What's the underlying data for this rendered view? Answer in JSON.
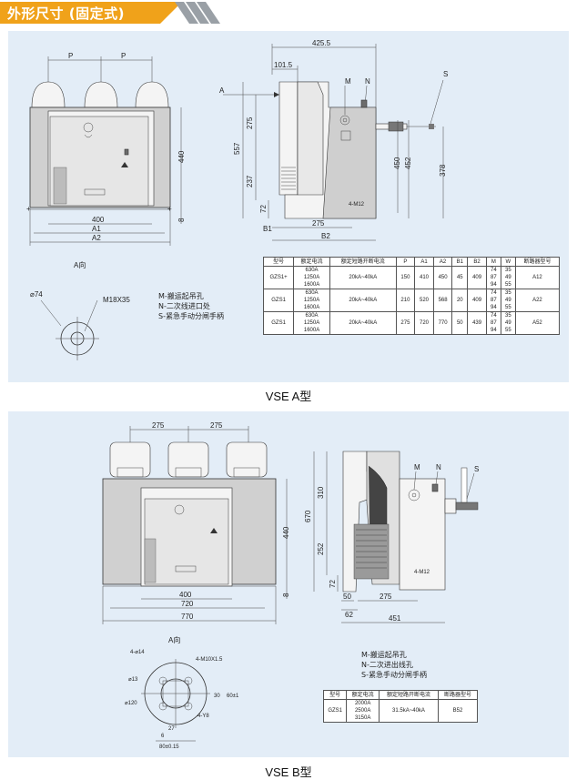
{
  "header": {
    "title": "外形尺寸 (固定式)",
    "accent": "#f0a21a"
  },
  "panel_color": "#e3edf7",
  "section_a": {
    "caption": "VSE A型",
    "front_dims": {
      "p1": "P",
      "p2": "P",
      "w400": "400",
      "a1": "A1",
      "a2": "A2",
      "h440": "440",
      "h8": "8"
    },
    "side_dims": {
      "w425": "425.5",
      "w101": "101.5",
      "h557": "557",
      "h275": "275",
      "h237": "237",
      "h72": "72",
      "h450": "450",
      "h452": "452",
      "h378": "378",
      "b1": "B1",
      "w275": "275",
      "b2": "B2",
      "m12": "4-M12",
      "label_a": "A",
      "label_m": "M",
      "label_n": "N",
      "label_s": "S"
    },
    "view_a": {
      "title": "A向",
      "d74": "⌀74",
      "m18": "M18X35"
    },
    "legend": [
      "M-搬运起吊孔",
      "N-二次线进口处",
      "S-紧急手动分闸手柄"
    ],
    "table": {
      "headers": [
        "型号",
        "额定电流",
        "额定短路开断电流",
        "P",
        "A1",
        "A2",
        "B1",
        "B2",
        "M",
        "W",
        "断路器型号"
      ],
      "rows": [
        {
          "model": "GZS1+",
          "currents": [
            "630A",
            "1250A",
            "1600A"
          ],
          "breaking": "20kA~40kA",
          "p": "150",
          "a1": "410",
          "a2": "450",
          "b1": "45",
          "b2": "409",
          "m": [
            "74",
            "87",
            "94"
          ],
          "w": [
            "35",
            "49",
            "55"
          ],
          "type": "A12"
        },
        {
          "model": "GZS1",
          "currents": [
            "630A",
            "1250A",
            "1600A"
          ],
          "breaking": "20kA~40kA",
          "p": "210",
          "a1": "520",
          "a2": "568",
          "b1": "20",
          "b2": "409",
          "m": [
            "74",
            "87",
            "94"
          ],
          "w": [
            "35",
            "49",
            "55"
          ],
          "type": "A22"
        },
        {
          "model": "GZS1",
          "currents": [
            "630A",
            "1250A",
            "1600A"
          ],
          "breaking": "20kA~40kA",
          "p": "275",
          "a1": "720",
          "a2": "770",
          "b1": "50",
          "b2": "439",
          "m": [
            "74",
            "87",
            "94"
          ],
          "w": [
            "35",
            "49",
            "55"
          ],
          "type": "A52"
        }
      ]
    }
  },
  "section_b": {
    "caption": "VSE B型",
    "front_dims": {
      "p1": "275",
      "p2": "275",
      "w400": "400",
      "w720": "720",
      "w770": "770",
      "h440": "440",
      "h8": "8"
    },
    "side_dims": {
      "h310": "310",
      "h670": "670",
      "h252": "252",
      "h72": "72",
      "w50": "50",
      "w62": "62",
      "w275": "275",
      "w451": "451",
      "m12": "4-M12",
      "label_m": "M",
      "label_n": "N",
      "label_s": "S"
    },
    "view_a": {
      "title": "A向",
      "d14": "4-⌀14",
      "m10": "4-M10X1.5",
      "d13": "⌀13",
      "d120": "⌀120",
      "h30": "30",
      "h60": "60±1",
      "h27": "27",
      "w80": "80±0.15",
      "w4": "4-Y8",
      "h6": "6"
    },
    "legend": [
      "M-搬运起吊孔",
      "N-二次进出线孔",
      "S-紧急手动分闸手柄"
    ],
    "table": {
      "headers": [
        "型号",
        "额定电流",
        "额定短路开断电流",
        "断路器型号"
      ],
      "rows": [
        {
          "model": "GZS1",
          "currents": [
            "2000A",
            "2500A",
            "3150A"
          ],
          "breaking": "31.5kA~40kA",
          "type": "B52"
        }
      ]
    }
  }
}
